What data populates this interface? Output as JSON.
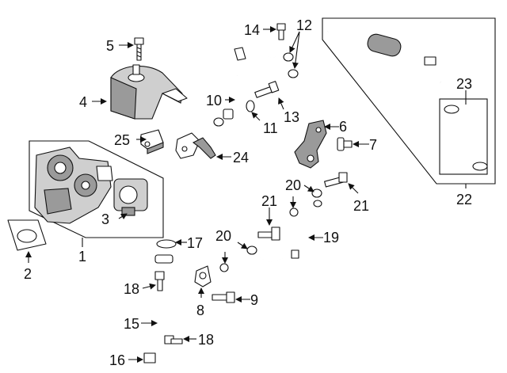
{
  "diagram": {
    "colors": {
      "ink": "#111111",
      "shade": "#9a9a9a",
      "light": "#cfcfcf",
      "background": "#ffffff"
    },
    "callouts": {
      "c1": "1",
      "c2": "2",
      "c3": "3",
      "c4": "4",
      "c5": "5",
      "c6": "6",
      "c7": "7",
      "c8": "8",
      "c9": "9",
      "c10": "10",
      "c11": "11",
      "c12": "12",
      "c13": "13",
      "c14": "14",
      "c15": "15",
      "c16": "16",
      "c17": "17",
      "c18a": "18",
      "c18b": "18",
      "c19": "19",
      "c20a": "20",
      "c20b": "20",
      "c21a": "21",
      "c21b": "21",
      "c22": "22",
      "c23": "23",
      "c24": "24",
      "c25": "25"
    }
  }
}
